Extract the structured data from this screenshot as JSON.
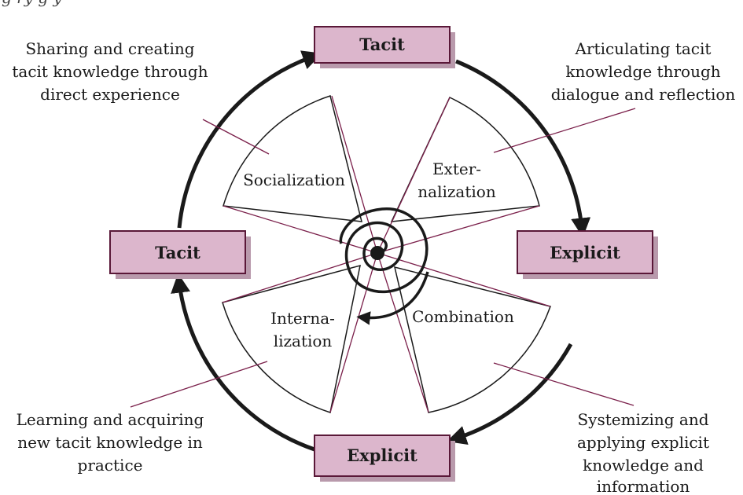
{
  "header_fragment": "g                          ry        g y",
  "boxes": {
    "top": "Tacit",
    "right": "Explicit",
    "bottom": "Explicit",
    "left": "Tacit"
  },
  "sectors": {
    "socialization": "Socialization",
    "externalization": [
      "Exter-",
      "nalization"
    ],
    "combination": "Combination",
    "internalization": [
      "Interna-",
      "lization"
    ]
  },
  "notes": {
    "top_left": [
      "Sharing and creating",
      "tacit knowledge through",
      "direct experience"
    ],
    "top_right": [
      "Articulating tacit",
      "knowledge through",
      "dialogue and reflection"
    ],
    "bottom_left": [
      "Learning and acquiring",
      "new tacit knowledge in",
      "practice"
    ],
    "bottom_right": [
      "Systemizing and",
      "applying explicit",
      "knowledge and",
      "information"
    ]
  },
  "colors": {
    "box_fill": "#dcb6cc",
    "box_border": "#5a1838",
    "box_shadow": "#b99aac",
    "leader_line": "#7a1f4a",
    "ink": "#1a1a1a"
  }
}
